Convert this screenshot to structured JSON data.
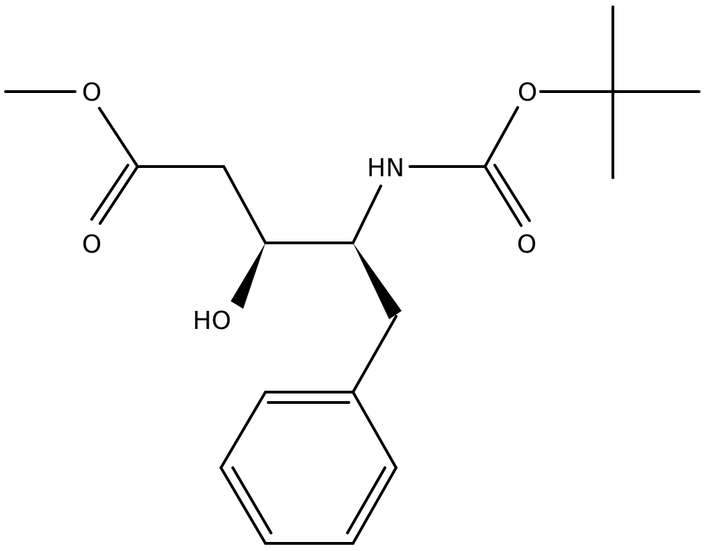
{
  "atoms": {
    "methyl_oxygen": "O",
    "carbonyl_oxygen_ester": "O",
    "hydroxyl": "HO",
    "amine": "HN",
    "boc_ether_oxygen": "O",
    "boc_carbonyl_oxygen": "O"
  },
  "colors": {
    "bond": "#000000",
    "background": "#ffffff"
  }
}
